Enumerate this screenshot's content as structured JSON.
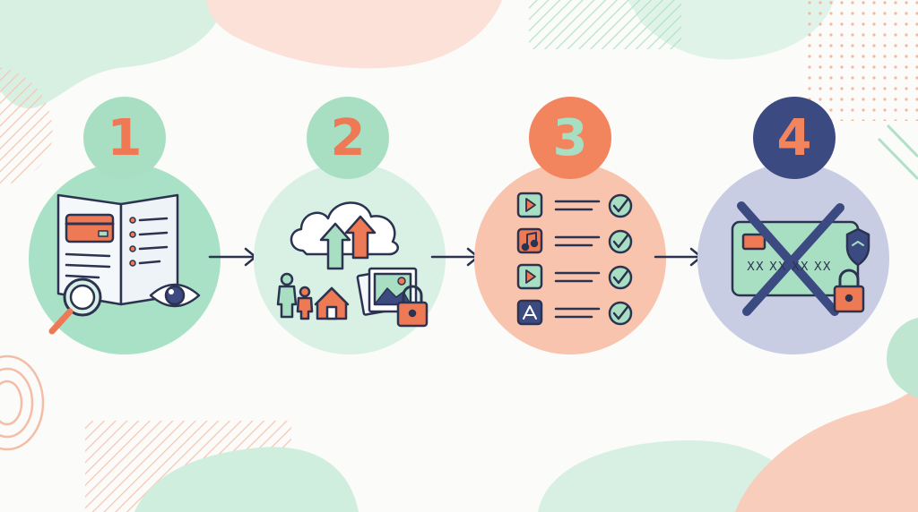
{
  "steps": [
    {
      "number": "1",
      "badge_color": "#a8dfc2",
      "number_color": "#ee7a55",
      "circle_color": "#a9e1c6",
      "icon": "document-review-icon"
    },
    {
      "number": "2",
      "badge_color": "#a8dfc2",
      "number_color": "#ee7a55",
      "circle_color": "#d8f1e4",
      "icon": "cloud-backup-icon"
    },
    {
      "number": "3",
      "badge_color": "#f2845e",
      "number_color": "#a8dfc2",
      "circle_color": "#f8c4ad",
      "icon": "subscriptions-checklist-icon"
    },
    {
      "number": "4",
      "badge_color": "#3c4a82",
      "number_color": "#f2845e",
      "circle_color": "#c9cde4",
      "icon": "cancel-card-icon"
    }
  ],
  "card_mask_text": "XX XX XX XX",
  "colors": {
    "accent_orange": "#ee7a55",
    "mint": "#a8dfc2",
    "navy": "#3c4a82",
    "outline": "#2c3350"
  }
}
